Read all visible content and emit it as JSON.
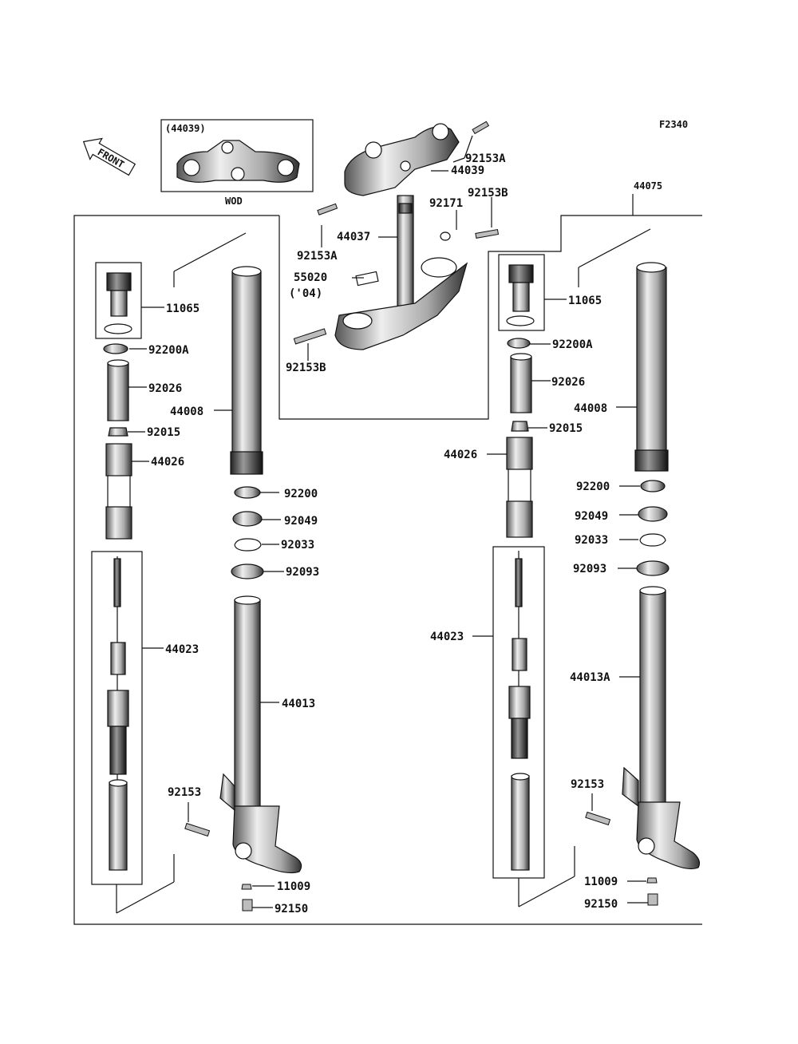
{
  "figure_code": "F2340",
  "front_label": "FRONT",
  "inset": {
    "part": "(44039)",
    "variant": "WOD"
  },
  "assembly_label": "44075",
  "labels": {
    "top_bolt_a1": "92153A",
    "upper_bracket": "44039",
    "top_bolt_b": "92153B",
    "clip": "92171",
    "stem": "44037",
    "stem_bolt_a": "92153A",
    "label_part": "55020",
    "label_year": "('04)",
    "lower_bolt_b": "92153B",
    "l_cap": "11065",
    "l_92200a": "92200A",
    "l_92026": "92026",
    "l_92015": "92015",
    "l_44026": "44026",
    "l_44023": "44023",
    "l_44008": "44008",
    "l_92200": "92200",
    "l_92049": "92049",
    "l_92033": "92033",
    "l_92093": "92093",
    "l_44013": "44013",
    "l_92153": "92153",
    "l_11009": "11009",
    "l_92150": "92150",
    "r_cap": "11065",
    "r_92200a": "92200A",
    "r_92026": "92026",
    "r_92015": "92015",
    "r_44026": "44026",
    "r_44023": "44023",
    "r_44008": "44008",
    "r_92200": "92200",
    "r_92049": "92049",
    "r_92033": "92033",
    "r_92093": "92093",
    "r_44013a": "44013A",
    "r_92153": "92153",
    "r_11009": "11009",
    "r_92150": "92150"
  }
}
